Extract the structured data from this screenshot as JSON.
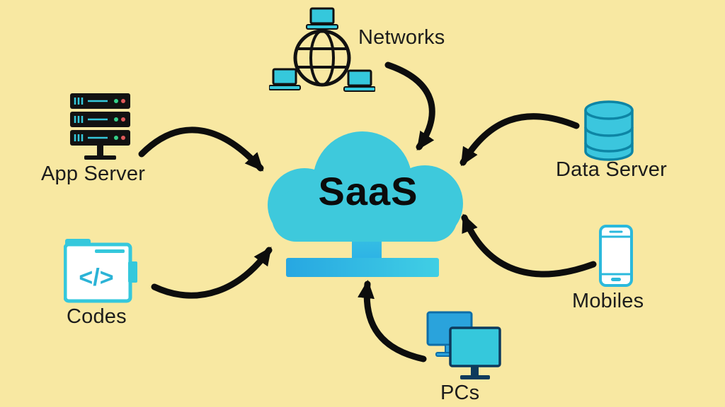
{
  "diagram": {
    "title": "SaaS cloud diagram",
    "center": {
      "label": "SaaS"
    },
    "nodes": [
      {
        "id": "networks",
        "label": "Networks",
        "icon": "network-globe-icon"
      },
      {
        "id": "app-server",
        "label": "App Server",
        "icon": "server-rack-icon"
      },
      {
        "id": "codes",
        "label": "Codes",
        "icon": "code-window-icon",
        "glyph": "</>"
      },
      {
        "id": "data-server",
        "label": "Data Server",
        "icon": "database-icon"
      },
      {
        "id": "mobiles",
        "label": "Mobiles",
        "icon": "smartphone-icon"
      },
      {
        "id": "pcs",
        "label": "PCs",
        "icon": "desktop-monitors-icon"
      }
    ],
    "colors": {
      "background": "#F8E8A2",
      "cloud": "#3EC9DC",
      "pedestal_blue": "#29ABE2",
      "arrow": "#0d0d0d",
      "text": "#1c1c1c",
      "icon_cyan": "#35C8DC",
      "icon_dark": "#121212",
      "monitor_blue": "#2AA3DC",
      "navy": "#0e3a5c"
    }
  }
}
